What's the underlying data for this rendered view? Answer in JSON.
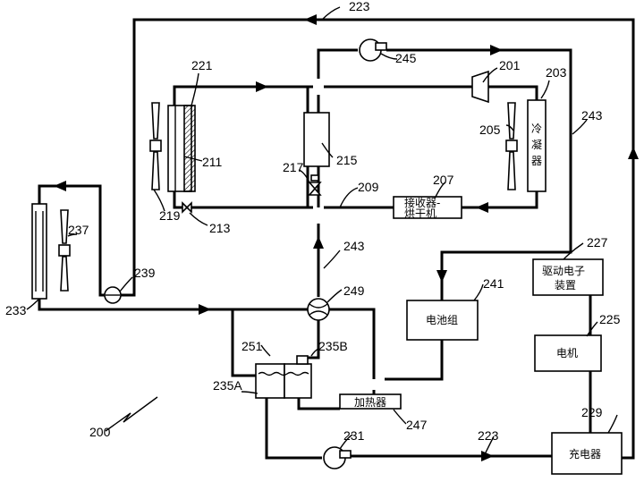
{
  "labels": {
    "figure": "200",
    "loop_223_top": "223",
    "loop_223_bottom": "223",
    "pump_245": "245",
    "compressor_201": "201",
    "condenser_203": "203",
    "fan_205": "205",
    "line_243_right": "243",
    "line_243_mid": "243",
    "evaporator_221": "221",
    "core_211": "211",
    "fan_219": "219",
    "valve_213": "213",
    "chiller_215": "215",
    "valve_217": "217",
    "line_209": "209",
    "receiver_207": "207",
    "radiator_233": "233",
    "fan_237": "237",
    "valve_239": "239",
    "valve_249": "249",
    "battery_241": "241",
    "electronics_227": "227",
    "motor_225": "225",
    "charger_229": "229",
    "tank_251": "251",
    "tank_235A": "235A",
    "tank_235B": "235B",
    "heater_247": "247",
    "pump_231": "231"
  },
  "components": {
    "condenser_text": [
      "冷",
      "凝",
      "器"
    ],
    "receiver_line1": "接收器-",
    "receiver_line2": "烘干机",
    "battery_text": "电池组",
    "electronics_line1": "驱动电子",
    "electronics_line2": "装置",
    "motor_text": "电机",
    "charger_text": "充电器",
    "heater_text": "加热器"
  }
}
